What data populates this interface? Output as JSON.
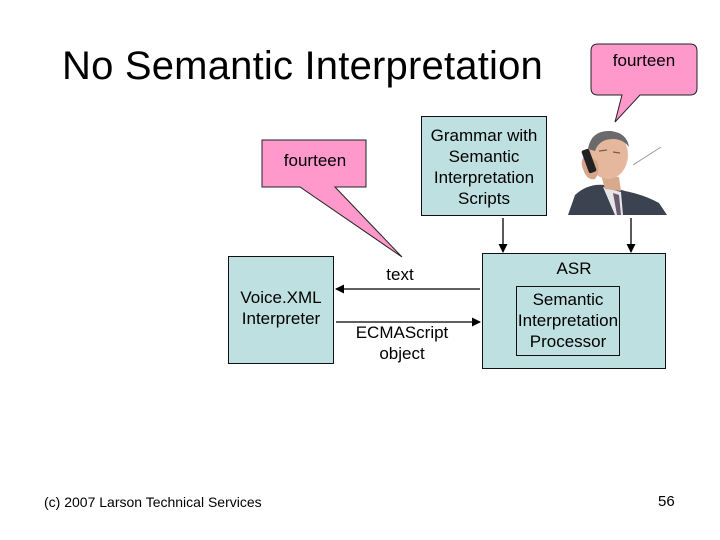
{
  "title": "No Semantic Interpretation",
  "callout_top": "fourteen",
  "callout_left": "fourteen",
  "grammar_box": [
    "Grammar with",
    "Semantic",
    "Interpretation",
    "Scripts"
  ],
  "voicexml_box": [
    "Voice.XML",
    "Interpreter"
  ],
  "asr_box": {
    "label": "ASR",
    "inner": [
      "Semantic",
      "Interpretation",
      "Processor"
    ]
  },
  "arrow_labels": {
    "text": "text",
    "object": [
      "ECMAScript",
      "object"
    ]
  },
  "footer": {
    "copyright": "(c) 2007 Larson Technical Services",
    "page_number": "56"
  },
  "colors": {
    "box_fill": "#bfe0e0",
    "callout_fill": "#ff99cc"
  },
  "icons": [
    "person-on-phone-photo"
  ]
}
